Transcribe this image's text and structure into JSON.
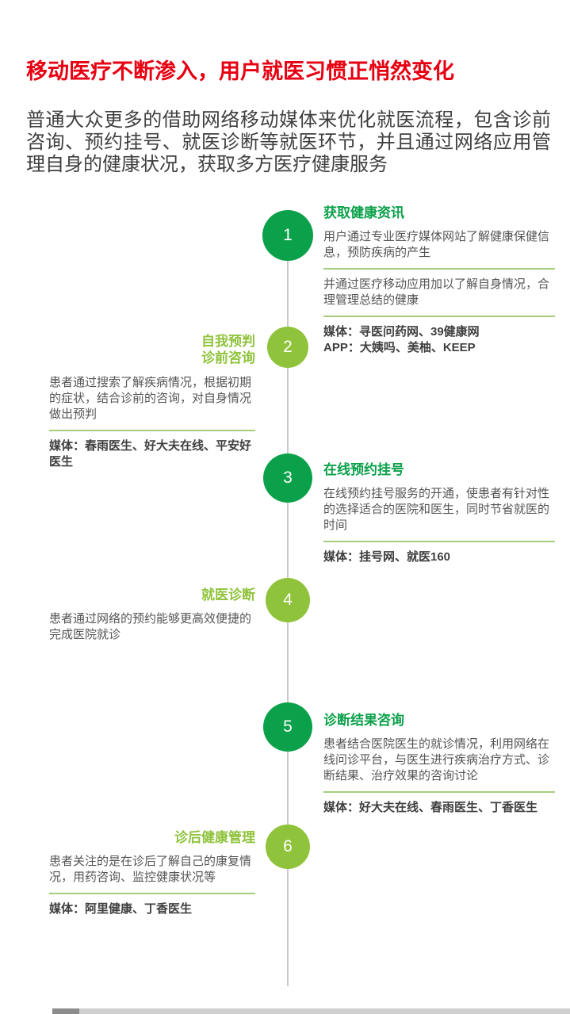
{
  "page": {
    "title": "移动医疗不断渗入，用户就医习惯正悄然变化",
    "intro": "普通大众更多的借助网络移动媒体来优化就医流程，包含诊前咨询、预约挂号、就医诊断等就医环节，并且通过网络应用管理自身的健康状况，获取多方医疗健康服务"
  },
  "colors": {
    "title_red": "#e60012",
    "dark_green": "#0ba14a",
    "light_green": "#8fc33c",
    "underline_green": "#a6cc7e",
    "line_gray": "#c9c9c9",
    "body_text": "#3f3f3f",
    "para_text": "#555555"
  },
  "timeline": {
    "items": [
      {
        "number": "1",
        "side": "right",
        "heading": "获取健康资讯",
        "paragraphs": [
          "用户通过专业医疗媒体网站了解健康保健信息，预防疾病的产生",
          "并通过医疗移动应用加以了解自身情况，合理管理总结的健康"
        ],
        "media": "媒体：寻医问药网、39健康网\nAPP：大姨吗、美柚、KEEP"
      },
      {
        "number": "2",
        "side": "left",
        "heading": "自我预判\n诊前咨询",
        "paragraphs": [
          "患者通过搜索了解疾病情况，根据初期的症状，结合诊前的咨询，对自身情况做出预判"
        ],
        "media": "媒体：春雨医生、好大夫在线、平安好医生"
      },
      {
        "number": "3",
        "side": "right",
        "heading": "在线预约挂号",
        "paragraphs": [
          "在线预约挂号服务的开通，使患者有针对性的选择适合的医院和医生，同时节省就医的时间"
        ],
        "media": "媒体：挂号网、就医160"
      },
      {
        "number": "4",
        "side": "left",
        "heading": "就医诊断",
        "paragraphs": [
          "患者通过网络的预约能够更高效便捷的完成医院就诊"
        ],
        "media": ""
      },
      {
        "number": "5",
        "side": "right",
        "heading": "诊断结果咨询",
        "paragraphs": [
          "患者结合医院医生的就诊情况，利用网络在线问诊平台，与医生进行疾病治疗方式、诊断结果、治疗效果的咨询讨论"
        ],
        "media": "媒体：好大夫在线、春雨医生、丁香医生"
      },
      {
        "number": "6",
        "side": "left",
        "heading": "诊后健康管理",
        "paragraphs": [
          "患者关注的是在诊后了解自己的康复情况，用药咨询、监控健康状况等"
        ],
        "media": "媒体：阿里健康、丁香医生"
      }
    ]
  }
}
